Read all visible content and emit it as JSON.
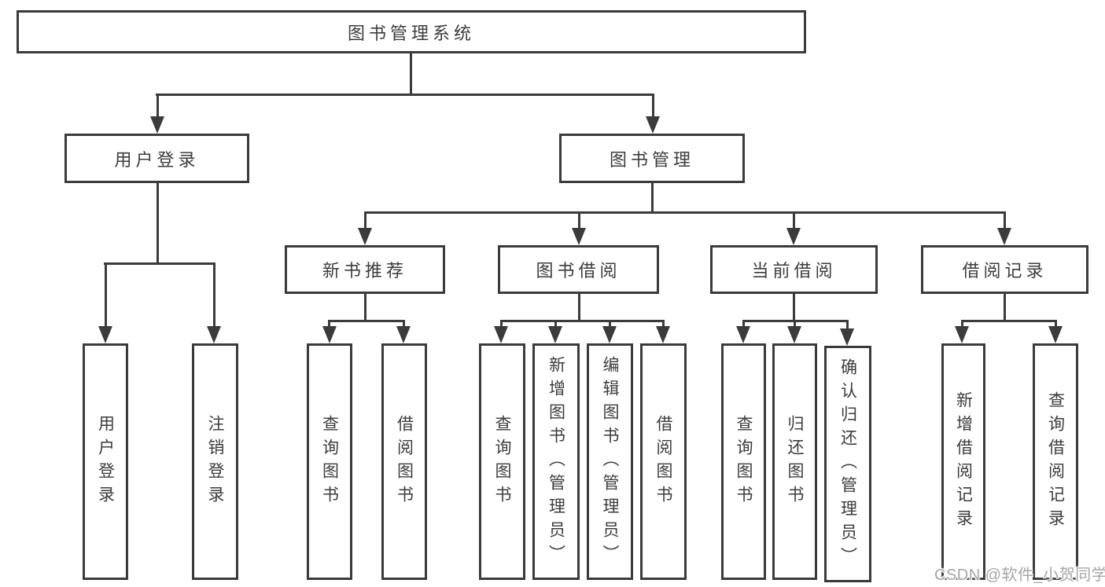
{
  "diagram": {
    "root": {
      "label": "图书管理系统"
    },
    "branches": [
      {
        "label": "用户登录",
        "children": [
          {
            "label": "用户登录"
          },
          {
            "label": "注销登录"
          }
        ]
      },
      {
        "label": "图书管理",
        "children": [
          {
            "label": "新书推荐",
            "children": [
              {
                "label": "查询图书"
              },
              {
                "label": "借阅图书"
              }
            ]
          },
          {
            "label": "图书借阅",
            "children": [
              {
                "label": "查询图书"
              },
              {
                "label": "新增图书（管理员）"
              },
              {
                "label": "编辑图书（管理员）"
              },
              {
                "label": "借阅图书"
              }
            ]
          },
          {
            "label": "当前借阅",
            "children": [
              {
                "label": "查询图书"
              },
              {
                "label": "归还图书"
              },
              {
                "label": "确认归还（管理员）"
              }
            ]
          },
          {
            "label": "借阅记录",
            "children": [
              {
                "label": "新增借阅记录"
              },
              {
                "label": "查询借阅记录"
              }
            ]
          }
        ]
      }
    ]
  },
  "watermark": {
    "text": "CSDN @软件_小贺同学"
  },
  "colors": {
    "line": "#3b3b3b",
    "text": "#3c3c3c",
    "watermark": "#a6a6a6",
    "background": "#ffffff"
  }
}
